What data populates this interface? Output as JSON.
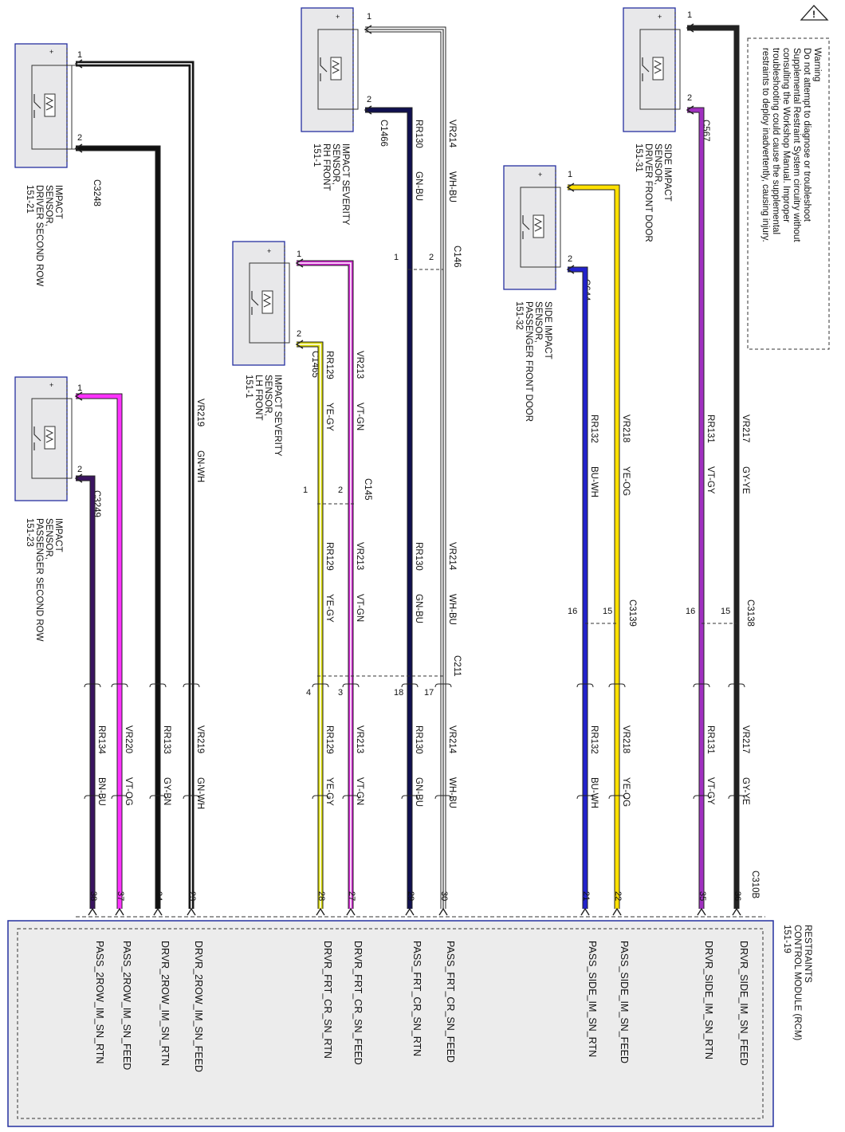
{
  "warning": {
    "symbol": "!",
    "lines": [
      "Warning",
      "Do not attempt to diagnose or troubleshoot",
      "Supplemental Restraint System circuitry without",
      "consulting the Workshop Manual. Improper",
      "troubleshooting could cause the supplemental",
      "restraints to deploy inadvertently, causing injury."
    ]
  },
  "module": {
    "lines": [
      "RESTRAINTS",
      "CONTROL MODULE (RCM)",
      "151-19"
    ],
    "connector": "C310B"
  },
  "sensors": [
    {
      "id": "s-drv-2row",
      "lines": [
        "IMPACT",
        "SENSOR,",
        "DRIVER SECOND ROW",
        "151-21"
      ],
      "connector": "C3248",
      "pin_a": "1",
      "pin_b": "2"
    },
    {
      "id": "s-pass-2row",
      "lines": [
        "IMPACT",
        "SENSOR,",
        "PASSENGER SECOND ROW",
        "151-23"
      ],
      "connector": "C3249",
      "pin_a": "1",
      "pin_b": "2"
    },
    {
      "id": "s-lh-front",
      "lines": [
        "IMPACT SEVERITY",
        "SENSOR,",
        "LH FRONT",
        "151-1"
      ],
      "connector": "C1465",
      "pin_a": "1",
      "pin_b": "2"
    },
    {
      "id": "s-rh-front",
      "lines": [
        "IMPACT SEVERITY",
        "SENSOR,",
        "RH FRONT",
        "151-1"
      ],
      "connector": "C1466",
      "pin_a": "1",
      "pin_b": "2"
    },
    {
      "id": "s-pass-door",
      "lines": [
        "SIDE IMPACT",
        "SENSOR,",
        "PASSENGER FRONT DOOR",
        "151-32"
      ],
      "connector": "C644",
      "pin_a": "1",
      "pin_b": "2"
    },
    {
      "id": "s-drv-door",
      "lines": [
        "SIDE IMPACT",
        "SENSOR,",
        "DRIVER FRONT DOOR",
        "151-31"
      ],
      "connector": "C567",
      "pin_a": "1",
      "pin_b": "2"
    }
  ],
  "inline_connectors": [
    {
      "id": "c146",
      "name": "C146",
      "pins": [
        "1",
        "2"
      ]
    },
    {
      "id": "c145",
      "name": "C145",
      "pins": [
        "1",
        "2"
      ]
    },
    {
      "id": "c211",
      "name": "C211",
      "pins": [
        "4",
        "3",
        "18",
        "17"
      ]
    },
    {
      "id": "c3139",
      "name": "C3139",
      "pins": [
        "16",
        "15"
      ]
    },
    {
      "id": "c3138",
      "name": "C3138",
      "pins": [
        "16",
        "15"
      ]
    }
  ],
  "wires": [
    {
      "id": "w-vr219",
      "circuit": "VR219",
      "color": "GN-WH",
      "rcm_pin": "23",
      "signal": "DRVR_2ROW_IM_SN_FEED",
      "hex1": "#111111",
      "hex2": "#ffffff"
    },
    {
      "id": "w-rr133",
      "circuit": "RR133",
      "color": "GY-BN",
      "rcm_pin": "24",
      "signal": "DRVR_2ROW_IM_SN_RTN",
      "hex1": "#111111",
      "hex2": "#111111"
    },
    {
      "id": "w-vr220",
      "circuit": "VR220",
      "color": "VT-OG",
      "rcm_pin": "37",
      "signal": "PASS_2ROW_IM_SN_FEED",
      "hex1": "#ff33ff",
      "hex2": "#ff33ff"
    },
    {
      "id": "w-rr134",
      "circuit": "RR134",
      "color": "BN-BU",
      "rcm_pin": "38",
      "signal": "PASS_2ROW_IM_SN_RTN",
      "hex1": "#3a1460",
      "hex2": "#3a1460"
    },
    {
      "id": "w-vr213",
      "circuit": "VR213",
      "color": "VT-GN",
      "rcm_pin": "27",
      "signal": "DRVR_FRT_CR_SN_FEED",
      "hex1": "#cc22cc",
      "hex2": "#ffffff"
    },
    {
      "id": "w-rr129",
      "circuit": "RR129",
      "color": "YE-GY",
      "rcm_pin": "28",
      "signal": "DRVR_FRT_CR_SN_RTN",
      "hex1": "#d8d800",
      "hex2": "#ffffff"
    },
    {
      "id": "w-vr214",
      "circuit": "VR214",
      "color": "WH-BU",
      "rcm_pin": "30",
      "signal": "PASS_FRT_CR_SN_FEED",
      "hex1": "#ffffff",
      "hex2": "#666666"
    },
    {
      "id": "w-rr130",
      "circuit": "RR130",
      "color": "GN-BU",
      "rcm_pin": "29",
      "signal": "PASS_FRT_CR_SN_RTN",
      "hex1": "#101050",
      "hex2": "#101050"
    },
    {
      "id": "w-vr218",
      "circuit": "VR218",
      "color": "YE-OG",
      "rcm_pin": "22",
      "signal": "PASS_SIDE_IM_SN_FEED",
      "hex1": "#ffe000",
      "hex2": "#ffe000"
    },
    {
      "id": "w-rr132",
      "circuit": "RR132",
      "color": "BU-WH",
      "rcm_pin": "21",
      "signal": "PASS_SIDE_IM_SN_RTN",
      "hex1": "#2222cc",
      "hex2": "#2222cc"
    },
    {
      "id": "w-vr217",
      "circuit": "VR217",
      "color": "GY-YE",
      "rcm_pin": "36",
      "signal": "DRVR_SIDE_IM_SN_FEED",
      "hex1": "#222222",
      "hex2": "#222222"
    },
    {
      "id": "w-rr131",
      "circuit": "RR131",
      "color": "VT-GY",
      "rcm_pin": "35",
      "signal": "DRVR_SIDE_IM_SN_RTN",
      "hex1": "#a030c0",
      "hex2": "#a030c0"
    }
  ]
}
